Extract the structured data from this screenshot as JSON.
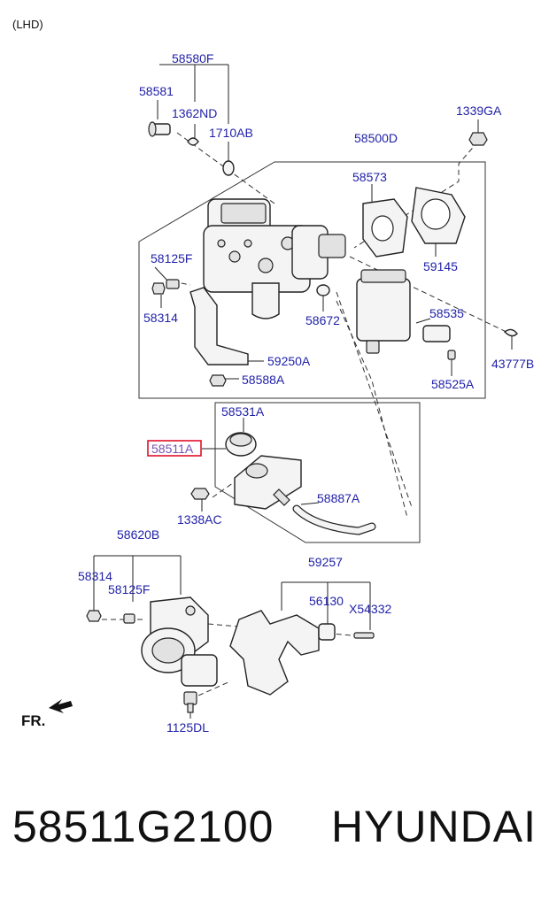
{
  "variant": "(LHD)",
  "labels": {
    "p58580F": "58580F",
    "p58581": "58581",
    "p1362ND": "1362ND",
    "p1710AB": "1710AB",
    "p1339GA": "1339GA",
    "p58500D": "58500D",
    "p58573": "58573",
    "p58125F_top": "58125F",
    "p59145": "59145",
    "p58314_top": "58314",
    "p58672": "58672",
    "p58535": "58535",
    "p59250A": "59250A",
    "p43777B": "43777B",
    "p58588A": "58588A",
    "p58525A": "58525A",
    "p58531A": "58531A",
    "p58511A": "58511A",
    "p1338AC": "1338AC",
    "p58887A": "58887A",
    "p58620B": "58620B",
    "p59257": "59257",
    "p58314_bot": "58314",
    "p58125F_bot": "58125F",
    "p56130": "56130",
    "pX54332": "X54332",
    "p1125DL": "1125DL"
  },
  "fr_label": "FR.",
  "footer": {
    "part_number": "58511G2100",
    "brand": "HYUNDAI"
  },
  "highlight_color": "#e0102a",
  "label_color": "#1f1fa8"
}
